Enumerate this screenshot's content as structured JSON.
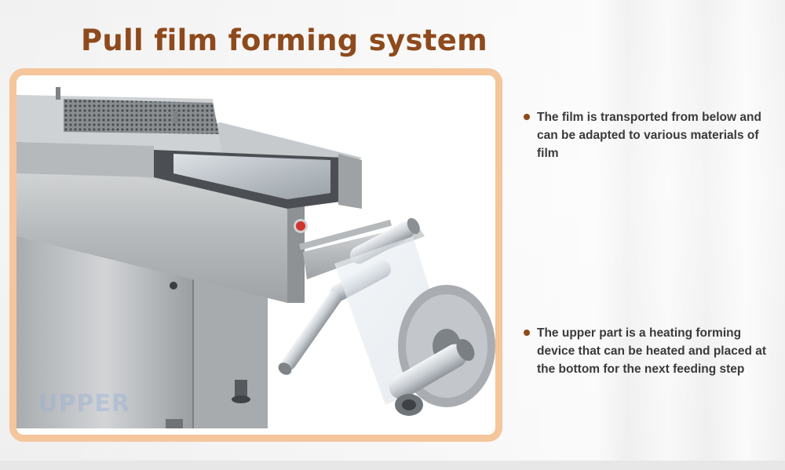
{
  "title": "Pull film forming system",
  "image": {
    "subject": "thermoforming packaging machine film pulling section",
    "watermark": "UPPER"
  },
  "bullets": [
    {
      "text": "The film is transported from below and can be adapted to various materials of film"
    },
    {
      "text": "The upper part is a heating forming device that can be heated and placed at the bottom for the next feeding step"
    }
  ],
  "colors": {
    "title": "#8e4a1c",
    "frame_border": "#f5c59b",
    "bullet_dot": "#8e4a1c",
    "bullet_text": "#3a3a3a"
  }
}
